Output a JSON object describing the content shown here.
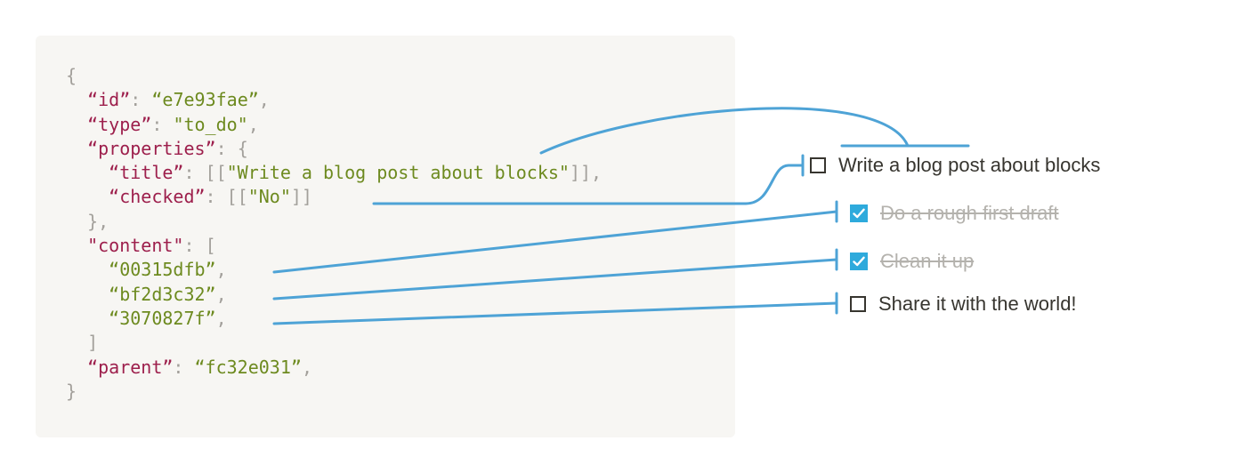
{
  "json_block": {
    "open_brace": "{",
    "id": {
      "key": "“id”",
      "value": "“e7e93fae”"
    },
    "type": {
      "key": "“type”",
      "value": "\"to_do\""
    },
    "properties": {
      "key": "“properties”",
      "open": "{",
      "title": {
        "key": "“title”",
        "value": "\"Write a blog post about blocks\""
      },
      "checked": {
        "key": "“checked”",
        "value": "\"No\""
      },
      "close": "},"
    },
    "content": {
      "key": "\"content\"",
      "open": "[",
      "items": [
        "“00315dfb”",
        "“bf2d3c32”",
        "“3070827f”"
      ],
      "close": "]"
    },
    "parent": {
      "key": "“parent”",
      "value": "“fc32e031”"
    },
    "close_brace": "}"
  },
  "todo_block": {
    "title": "Write a blog post about blocks",
    "checked": false,
    "children": [
      {
        "label": "Do a rough first draft",
        "checked": true
      },
      {
        "label": "Clean it up",
        "checked": true
      },
      {
        "label": "Share it with the world!",
        "checked": false
      }
    ]
  },
  "colors": {
    "connector": "#4ea3d6",
    "key": "#9d1f4c",
    "string": "#6d8a1f",
    "punctuation": "#a3a09b",
    "checkbox_checked": "#2eaadc"
  }
}
